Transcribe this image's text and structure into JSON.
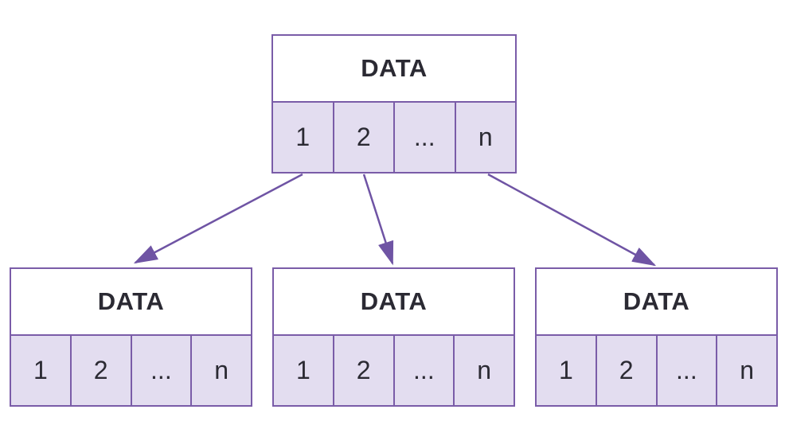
{
  "diagram": {
    "root_node": {
      "title": "DATA",
      "cells": [
        "1",
        "2",
        "...",
        "n"
      ]
    },
    "child_nodes": [
      {
        "title": "DATA",
        "cells": [
          "1",
          "2",
          "...",
          "n"
        ]
      },
      {
        "title": "DATA",
        "cells": [
          "1",
          "2",
          "...",
          "n"
        ]
      },
      {
        "title": "DATA",
        "cells": [
          "1",
          "2",
          "...",
          "n"
        ]
      }
    ],
    "colors": {
      "border": "#7a5ca8",
      "arrow": "#6f54a4",
      "cell_fill": "#e3ddf0",
      "header_fill": "#ffffff",
      "text": "#2b2a33",
      "background": "#ffffff"
    }
  }
}
